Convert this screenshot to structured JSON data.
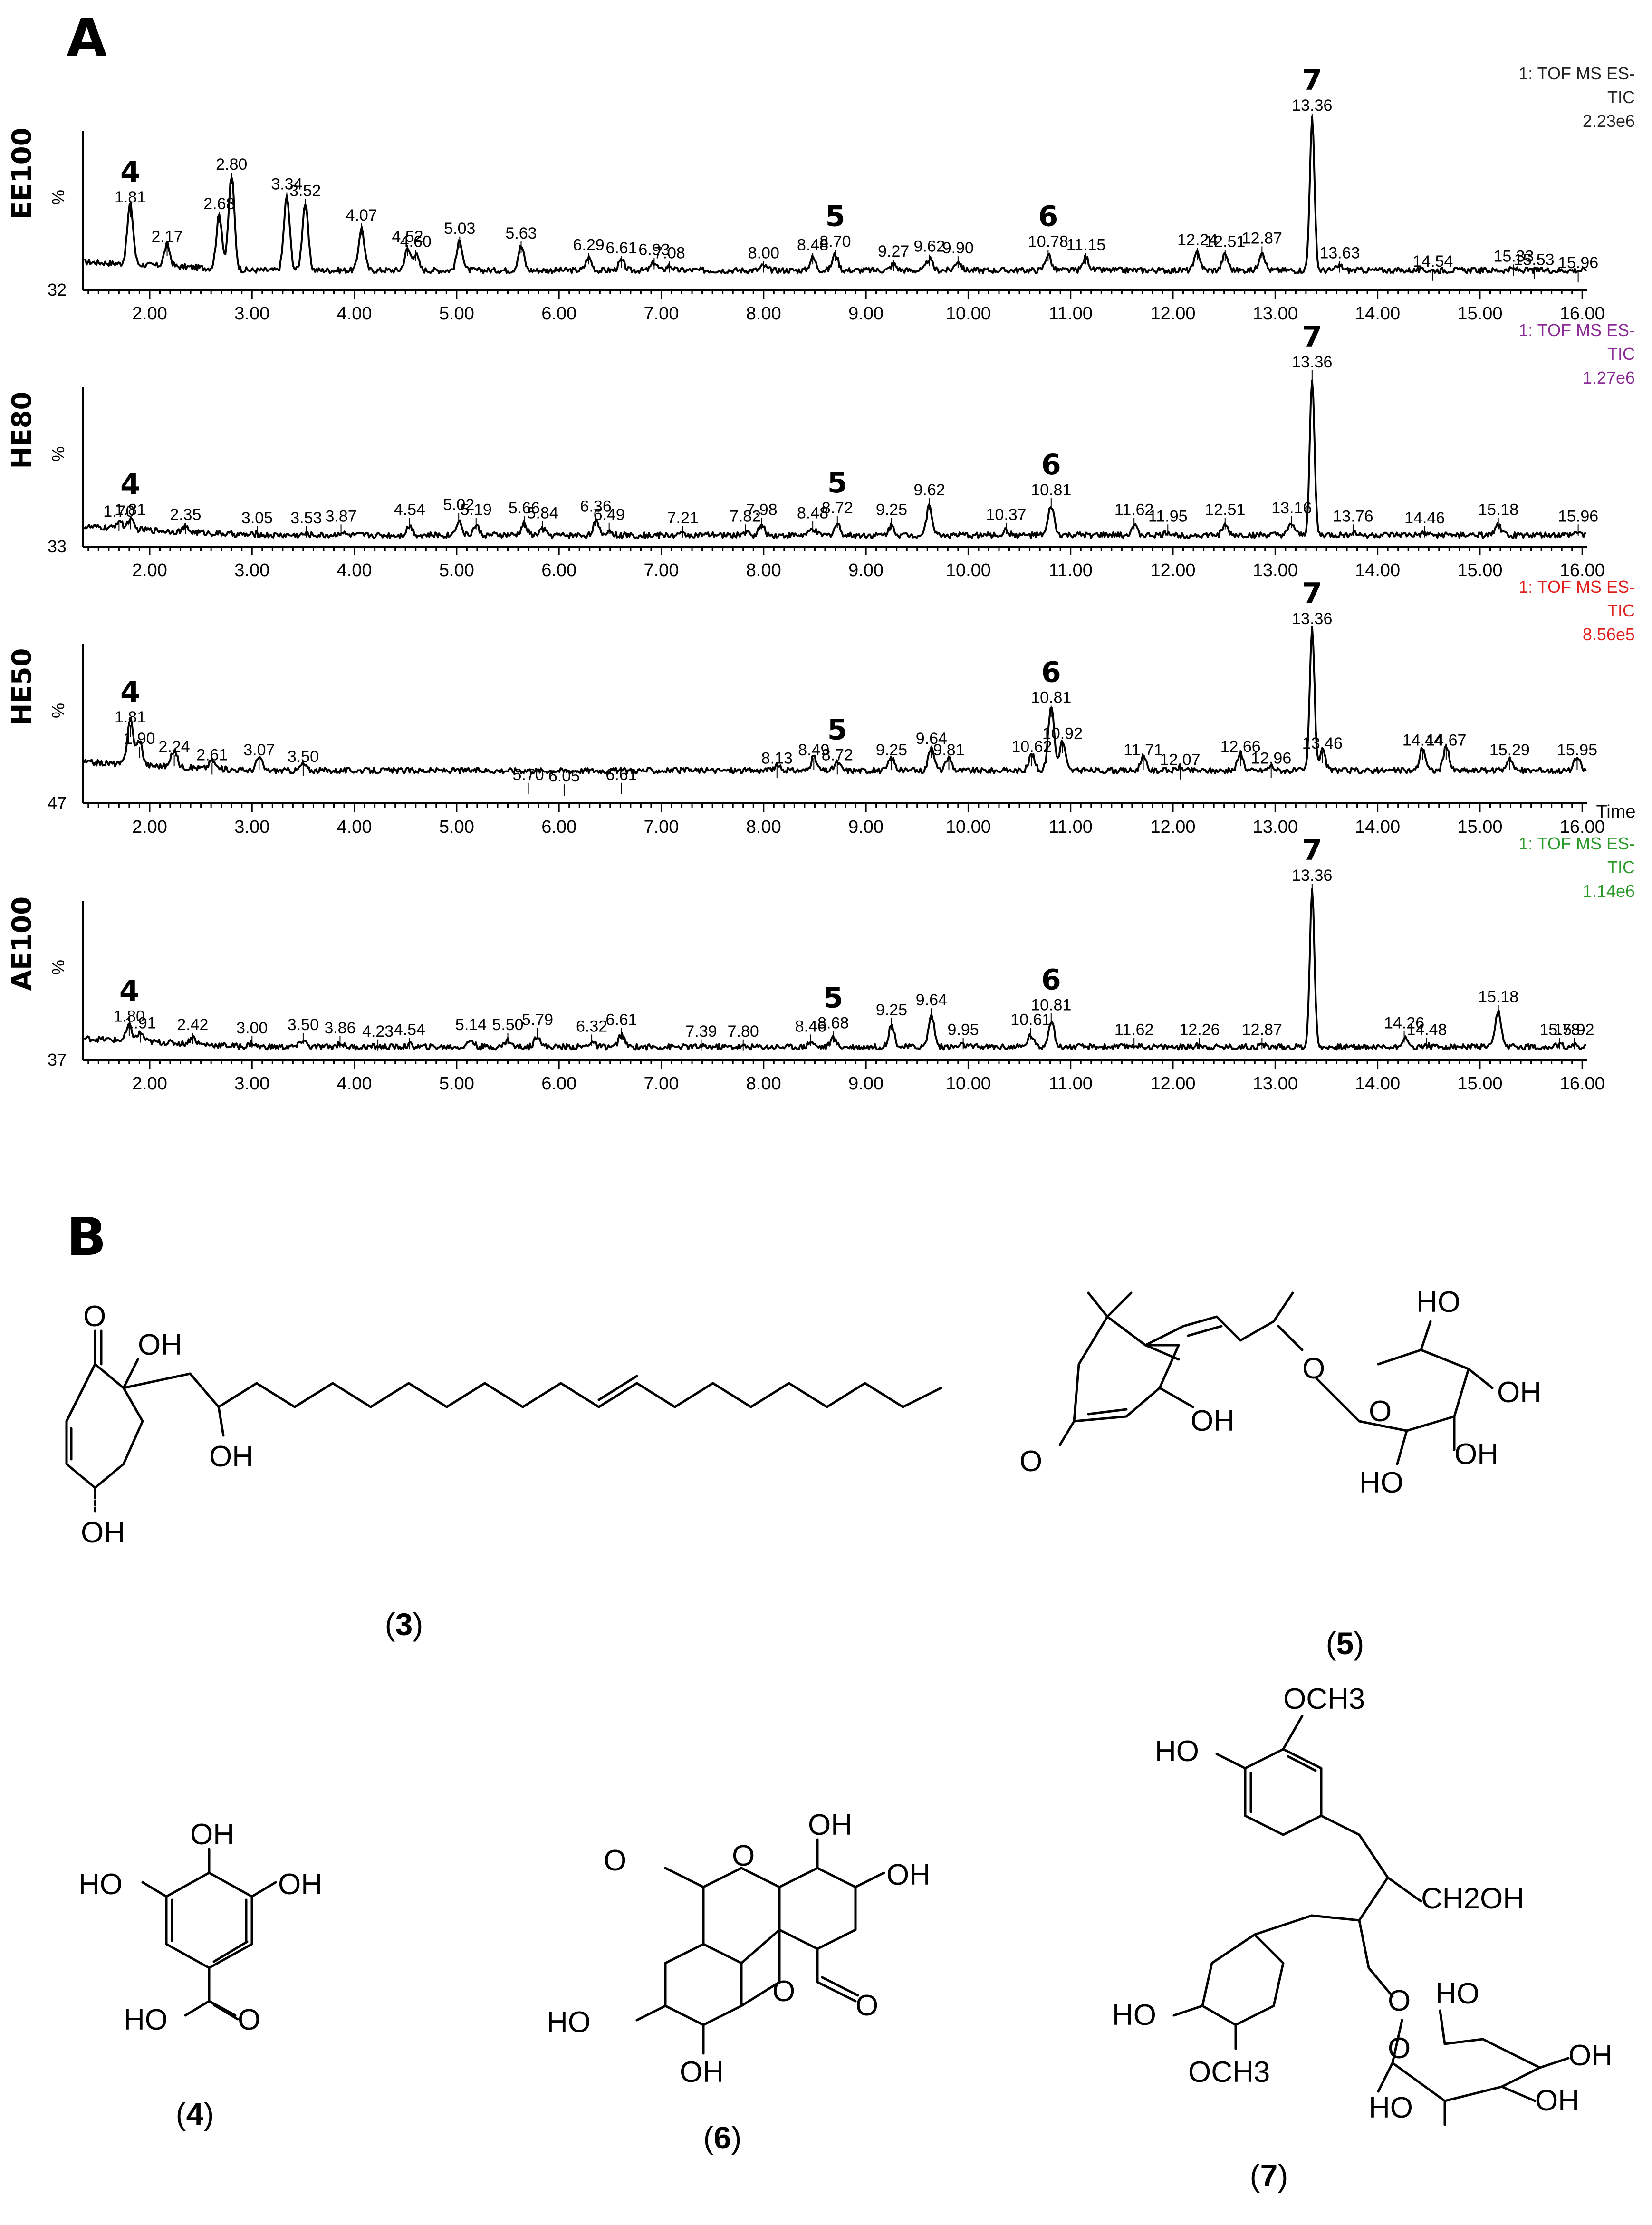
{
  "panels": {
    "a": "A",
    "b": "B"
  },
  "chart_data": [
    {
      "type": "line",
      "sample_label": "EE100",
      "y_axis_label": "%",
      "y_axis_min": "32",
      "info_lines": [
        "1: TOF MS ES-",
        "TIC",
        "2.23e6"
      ],
      "info_color": "#222222",
      "x_ticks": [
        "2.00",
        "3.00",
        "4.00",
        "5.00",
        "6.00",
        "7.00",
        "8.00",
        "9.00",
        "10.00",
        "11.00",
        "12.00",
        "13.00",
        "14.00",
        "15.00",
        "16.00"
      ],
      "x_range": [
        1.35,
        16.05
      ],
      "x_axis_title": "",
      "baseline": 0.12,
      "peaks": [
        {
          "x": 1.81,
          "label": "1.81",
          "h": 0.44
        },
        {
          "x": 2.17,
          "label": "2.17",
          "h": 0.2
        },
        {
          "x": 2.68,
          "label": "2.68",
          "h": 0.4
        },
        {
          "x": 2.8,
          "label": "2.80",
          "h": 0.64
        },
        {
          "x": 3.34,
          "label": "3.34",
          "h": 0.52
        },
        {
          "x": 3.52,
          "label": "3.52",
          "h": 0.48
        },
        {
          "x": 4.07,
          "label": "4.07",
          "h": 0.33
        },
        {
          "x": 4.52,
          "label": "4.52",
          "h": 0.2
        },
        {
          "x": 4.6,
          "label": "4.60",
          "h": 0.17
        },
        {
          "x": 5.03,
          "label": "5.03",
          "h": 0.25
        },
        {
          "x": 5.63,
          "label": "5.63",
          "h": 0.22
        },
        {
          "x": 6.29,
          "label": "6.29",
          "h": 0.15
        },
        {
          "x": 6.61,
          "label": "6.61",
          "h": 0.13
        },
        {
          "x": 6.93,
          "label": "6.93",
          "h": 0.12
        },
        {
          "x": 7.08,
          "label": "7.08",
          "h": 0.1
        },
        {
          "x": 8.0,
          "label": "8.00",
          "h": 0.1
        },
        {
          "x": 8.48,
          "label": "8.48",
          "h": 0.15
        },
        {
          "x": 8.7,
          "label": "8.70",
          "h": 0.17
        },
        {
          "x": 9.27,
          "label": "9.27",
          "h": 0.11
        },
        {
          "x": 9.62,
          "label": "9.62",
          "h": 0.14
        },
        {
          "x": 9.9,
          "label": "9.90",
          "h": 0.13
        },
        {
          "x": 10.78,
          "label": "10.78",
          "h": 0.17
        },
        {
          "x": 11.15,
          "label": "11.15",
          "h": 0.15
        },
        {
          "x": 12.24,
          "label": "12.24",
          "h": 0.18
        },
        {
          "x": 12.51,
          "label": "12.51",
          "h": 0.17
        },
        {
          "x": 12.87,
          "label": "12.87",
          "h": 0.19
        },
        {
          "x": 13.36,
          "label": "13.36",
          "h": 1.0
        },
        {
          "x": 13.63,
          "label": "13.63",
          "h": 0.1
        },
        {
          "x": 14.54,
          "label": "14.54",
          "h": 0.05
        },
        {
          "x": 15.33,
          "label": "15.33",
          "h": 0.08
        },
        {
          "x": 15.53,
          "label": "15.53",
          "h": 0.06
        },
        {
          "x": 15.96,
          "label": "15.96",
          "h": 0.04
        }
      ],
      "compound_marks": [
        {
          "label": "4",
          "x": 1.81
        },
        {
          "label": "5",
          "x": 8.7
        },
        {
          "label": "6",
          "x": 10.78
        },
        {
          "label": "7",
          "x": 13.36
        }
      ]
    },
    {
      "type": "line",
      "sample_label": "HE80",
      "y_axis_label": "%",
      "y_axis_min": "33",
      "info_lines": [
        "1: TOF MS ES-",
        "TIC",
        "1.27e6"
      ],
      "info_color": "#8a2a94",
      "x_ticks": [
        "2.00",
        "3.00",
        "4.00",
        "5.00",
        "6.00",
        "7.00",
        "8.00",
        "9.00",
        "10.00",
        "11.00",
        "12.00",
        "13.00",
        "14.00",
        "15.00",
        "16.00"
      ],
      "x_range": [
        1.35,
        16.05
      ],
      "x_axis_title": "",
      "baseline": 0.07,
      "peaks": [
        {
          "x": 1.7,
          "label": "1.70",
          "h": 0.09
        },
        {
          "x": 1.81,
          "label": "1.81",
          "h": 0.1
        },
        {
          "x": 2.35,
          "label": "2.35",
          "h": 0.07
        },
        {
          "x": 3.05,
          "label": "3.05",
          "h": 0.05
        },
        {
          "x": 3.53,
          "label": "3.53",
          "h": 0.05
        },
        {
          "x": 3.87,
          "label": "3.87",
          "h": 0.06
        },
        {
          "x": 4.54,
          "label": "4.54",
          "h": 0.1
        },
        {
          "x": 5.02,
          "label": "5.02",
          "h": 0.13
        },
        {
          "x": 5.19,
          "label": "5.19",
          "h": 0.1
        },
        {
          "x": 5.66,
          "label": "5.66",
          "h": 0.11
        },
        {
          "x": 5.84,
          "label": "5.84",
          "h": 0.08
        },
        {
          "x": 6.36,
          "label": "6.36",
          "h": 0.12
        },
        {
          "x": 6.49,
          "label": "6.49",
          "h": 0.07
        },
        {
          "x": 7.21,
          "label": "7.21",
          "h": 0.05
        },
        {
          "x": 7.82,
          "label": "7.82",
          "h": 0.06
        },
        {
          "x": 7.98,
          "label": "7.98",
          "h": 0.1
        },
        {
          "x": 8.48,
          "label": "8.48",
          "h": 0.08
        },
        {
          "x": 8.72,
          "label": "8.72",
          "h": 0.11
        },
        {
          "x": 9.25,
          "label": "9.25",
          "h": 0.1
        },
        {
          "x": 9.62,
          "label": "9.62",
          "h": 0.22
        },
        {
          "x": 10.37,
          "label": "10.37",
          "h": 0.07
        },
        {
          "x": 10.81,
          "label": "10.81",
          "h": 0.22
        },
        {
          "x": 11.62,
          "label": "11.62",
          "h": 0.1
        },
        {
          "x": 11.95,
          "label": "11.95",
          "h": 0.06
        },
        {
          "x": 12.51,
          "label": "12.51",
          "h": 0.1
        },
        {
          "x": 13.16,
          "label": "13.16",
          "h": 0.11
        },
        {
          "x": 13.36,
          "label": "13.36",
          "h": 1.0
        },
        {
          "x": 13.76,
          "label": "13.76",
          "h": 0.06
        },
        {
          "x": 14.46,
          "label": "14.46",
          "h": 0.05
        },
        {
          "x": 15.18,
          "label": "15.18",
          "h": 0.1
        },
        {
          "x": 15.96,
          "label": "15.96",
          "h": 0.06
        }
      ],
      "compound_marks": [
        {
          "label": "4",
          "x": 1.81
        },
        {
          "label": "5",
          "x": 8.72
        },
        {
          "label": "6",
          "x": 10.81
        },
        {
          "label": "7",
          "x": 13.36
        }
      ]
    },
    {
      "type": "line",
      "sample_label": "HE50",
      "y_axis_label": "%",
      "y_axis_min": "47",
      "info_lines": [
        "1: TOF MS ES-",
        "TIC",
        "8.56e5"
      ],
      "info_color": "#e0201c",
      "x_ticks": [
        "2.00",
        "3.00",
        "4.00",
        "5.00",
        "6.00",
        "7.00",
        "8.00",
        "9.00",
        "10.00",
        "11.00",
        "12.00",
        "13.00",
        "14.00",
        "15.00",
        "16.00"
      ],
      "x_range": [
        1.35,
        16.05
      ],
      "x_axis_title": "Time",
      "baseline": 0.2,
      "peaks": [
        {
          "x": 1.81,
          "label": "1.81",
          "h": 0.4
        },
        {
          "x": 1.9,
          "label": "1.90",
          "h": 0.27
        },
        {
          "x": 2.24,
          "label": "2.24",
          "h": 0.22
        },
        {
          "x": 2.61,
          "label": "2.61",
          "h": 0.17
        },
        {
          "x": 3.07,
          "label": "3.07",
          "h": 0.2
        },
        {
          "x": 3.5,
          "label": "3.50",
          "h": 0.16
        },
        {
          "x": 5.7,
          "label": "5.70",
          "h": 0.05
        },
        {
          "x": 6.05,
          "label": "6.05",
          "h": 0.04
        },
        {
          "x": 6.61,
          "label": "6.61",
          "h": 0.05
        },
        {
          "x": 8.13,
          "label": "8.13",
          "h": 0.15
        },
        {
          "x": 8.49,
          "label": "8.49",
          "h": 0.2
        },
        {
          "x": 8.72,
          "label": "8.72",
          "h": 0.17
        },
        {
          "x": 9.25,
          "label": "9.25",
          "h": 0.2
        },
        {
          "x": 9.64,
          "label": "9.64",
          "h": 0.27
        },
        {
          "x": 9.81,
          "label": "9.81",
          "h": 0.2
        },
        {
          "x": 10.62,
          "label": "10.62",
          "h": 0.22
        },
        {
          "x": 10.81,
          "label": "10.81",
          "h": 0.52
        },
        {
          "x": 10.92,
          "label": "10.92",
          "h": 0.3
        },
        {
          "x": 11.71,
          "label": "11.71",
          "h": 0.2
        },
        {
          "x": 12.07,
          "label": "12.07",
          "h": 0.14
        },
        {
          "x": 12.66,
          "label": "12.66",
          "h": 0.22
        },
        {
          "x": 12.96,
          "label": "12.96",
          "h": 0.15
        },
        {
          "x": 13.36,
          "label": "13.36",
          "h": 1.0
        },
        {
          "x": 13.46,
          "label": "13.46",
          "h": 0.24
        },
        {
          "x": 14.44,
          "label": "14.44",
          "h": 0.26
        },
        {
          "x": 14.67,
          "label": "14.67",
          "h": 0.26
        },
        {
          "x": 15.29,
          "label": "15.29",
          "h": 0.2
        },
        {
          "x": 15.95,
          "label": "15.95",
          "h": 0.2
        }
      ],
      "compound_marks": [
        {
          "label": "4",
          "x": 1.81
        },
        {
          "label": "5",
          "x": 8.72
        },
        {
          "label": "6",
          "x": 10.81
        },
        {
          "label": "7",
          "x": 13.36
        }
      ]
    },
    {
      "type": "line",
      "sample_label": "AE100",
      "y_axis_label": "%",
      "y_axis_min": "37",
      "info_lines": [
        "1: TOF MS ES-",
        "TIC",
        "1.14e6"
      ],
      "info_color": "#2a9a2a",
      "x_ticks": [
        "2.00",
        "3.00",
        "4.00",
        "5.00",
        "6.00",
        "7.00",
        "8.00",
        "9.00",
        "10.00",
        "11.00",
        "12.00",
        "13.00",
        "14.00",
        "15.00",
        "16.00"
      ],
      "x_range": [
        1.35,
        16.05
      ],
      "x_axis_title": "",
      "baseline": 0.08,
      "peaks": [
        {
          "x": 1.8,
          "label": "1.80",
          "h": 0.14
        },
        {
          "x": 1.91,
          "label": "1.91",
          "h": 0.1
        },
        {
          "x": 2.42,
          "label": "2.42",
          "h": 0.09
        },
        {
          "x": 3.0,
          "label": "3.00",
          "h": 0.07
        },
        {
          "x": 3.5,
          "label": "3.50",
          "h": 0.09
        },
        {
          "x": 3.86,
          "label": "3.86",
          "h": 0.07
        },
        {
          "x": 4.23,
          "label": "4.23",
          "h": 0.05
        },
        {
          "x": 4.54,
          "label": "4.54",
          "h": 0.06
        },
        {
          "x": 5.14,
          "label": "5.14",
          "h": 0.09
        },
        {
          "x": 5.5,
          "label": "5.50",
          "h": 0.09
        },
        {
          "x": 5.79,
          "label": "5.79",
          "h": 0.12
        },
        {
          "x": 6.32,
          "label": "6.32",
          "h": 0.08
        },
        {
          "x": 6.61,
          "label": "6.61",
          "h": 0.12
        },
        {
          "x": 7.39,
          "label": "7.39",
          "h": 0.05
        },
        {
          "x": 7.8,
          "label": "7.80",
          "h": 0.05
        },
        {
          "x": 8.46,
          "label": "8.46",
          "h": 0.08
        },
        {
          "x": 8.68,
          "label": "8.68",
          "h": 0.1
        },
        {
          "x": 9.25,
          "label": "9.25",
          "h": 0.18
        },
        {
          "x": 9.64,
          "label": "9.64",
          "h": 0.24
        },
        {
          "x": 9.95,
          "label": "9.95",
          "h": 0.06
        },
        {
          "x": 10.61,
          "label": "10.61",
          "h": 0.12
        },
        {
          "x": 10.81,
          "label": "10.81",
          "h": 0.21
        },
        {
          "x": 11.62,
          "label": "11.62",
          "h": 0.06
        },
        {
          "x": 12.26,
          "label": "12.26",
          "h": 0.06
        },
        {
          "x": 12.87,
          "label": "12.87",
          "h": 0.06
        },
        {
          "x": 13.36,
          "label": "13.36",
          "h": 1.0
        },
        {
          "x": 14.26,
          "label": "14.26",
          "h": 0.1
        },
        {
          "x": 14.48,
          "label": "14.48",
          "h": 0.06
        },
        {
          "x": 15.18,
          "label": "15.18",
          "h": 0.26
        },
        {
          "x": 15.78,
          "label": "15.78",
          "h": 0.06
        },
        {
          "x": 15.92,
          "label": "15.92",
          "h": 0.06
        }
      ],
      "compound_marks": [
        {
          "label": "4",
          "x": 1.8
        },
        {
          "label": "5",
          "x": 8.68
        },
        {
          "label": "6",
          "x": 10.81
        },
        {
          "label": "7",
          "x": 13.36
        }
      ]
    }
  ],
  "structures": {
    "c3": {
      "label": "3",
      "atoms": [
        "O",
        "OH",
        "OH",
        "OH"
      ]
    },
    "c5": {
      "label": "5",
      "atoms": [
        "O",
        "OH",
        "O",
        "HO",
        "O",
        "OH",
        "OH",
        "HO"
      ]
    },
    "c4": {
      "label": "4",
      "atoms": [
        "OH",
        "HO",
        "OH",
        "HO",
        "O"
      ]
    },
    "c6": {
      "label": "6",
      "atoms": [
        "OH",
        "OH",
        "O",
        "O",
        "HO",
        "O",
        "O",
        "OH"
      ]
    },
    "c7": {
      "label": "7",
      "atoms": [
        "OCH3",
        "HO",
        "CH2OH",
        "HO",
        "OCH3",
        "O",
        "HO",
        "OH",
        "OH",
        "HO",
        "O"
      ]
    }
  }
}
